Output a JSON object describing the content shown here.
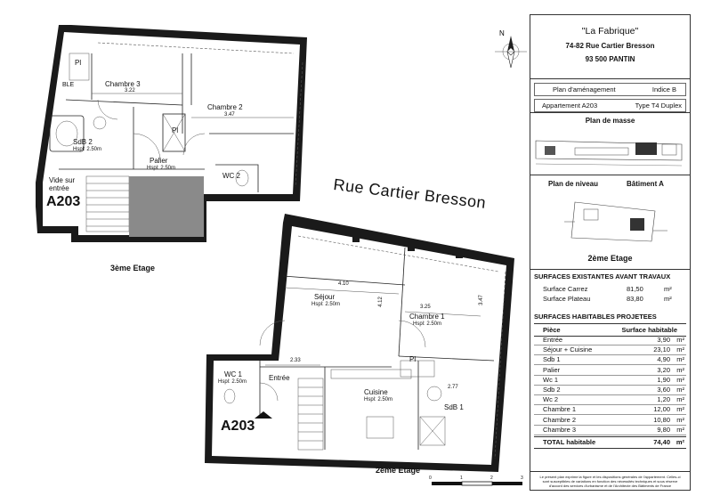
{
  "plan": {
    "street_label": "Rue Cartier Bresson",
    "floor3_label": "3ème Etage",
    "floor2_label": "2ème Etage",
    "apt_code_top": "A203",
    "apt_code_bottom": "A203",
    "void_label": "Vide sur\nentrée",
    "rooms3": {
      "chambre3": "Chambre 3",
      "chambre2": "Chambre 2",
      "sdb2": "SdB 2",
      "sdb2_h": "Hspl: 2.50m",
      "palier": "Palier",
      "palier_h": "Hspl: 2.50m",
      "wc2": "WC 2",
      "pl1": "Pl",
      "pl2": "Pl",
      "ble": "BLE"
    },
    "rooms2": {
      "sejour": "Séjour",
      "sejour_h": "Hspl: 2.50m",
      "chambre1": "Chambre 1",
      "chambre1_h": "Hspl: 2.50m",
      "cuisine": "Cuisine",
      "cuisine_h": "Hspl: 2.50m",
      "entree": "Entrée",
      "wc1": "WC 1",
      "wc1_h": "Hspl: 2.50m",
      "sdb1": "SdB 1",
      "pl": "Pl"
    },
    "dims": {
      "d322": "3.22",
      "d347": "3.47",
      "d410": "4.10",
      "d412": "4.12",
      "d325": "3.25",
      "d347b": "3.47",
      "d233": "2.33",
      "d277": "2.77"
    },
    "scale": [
      "0",
      "1",
      "2",
      "3"
    ]
  },
  "panel": {
    "project": "\"La Fabrique\"",
    "address": "74-82 Rue Cartier Bresson",
    "city": "93 500 PANTIN",
    "plan_type": "Plan d'aménagement",
    "index": "Indice B",
    "apartment": "Appartement A203",
    "type": "Type T4 Duplex",
    "plan_masse": "Plan de masse",
    "plan_niveau": "Plan de niveau",
    "batiment": "Bâtiment A",
    "niveau": "2ème Etage",
    "surf_exist_title": "SURFACES EXISTANTES AVANT TRAVAUX",
    "surf_exist": [
      {
        "label": "Surface Carrez",
        "value": "81,50",
        "unit": "m²"
      },
      {
        "label": "Surface Plateau",
        "value": "83,80",
        "unit": "m²"
      }
    ],
    "surf_hab_title": "SURFACES HABITABLES PROJETEES",
    "col_piece": "Pièce",
    "col_surface": "Surface habitable",
    "rooms": [
      {
        "label": "Entrée",
        "value": "3,90",
        "unit": "m²"
      },
      {
        "label": "Séjour + Cuisine",
        "value": "23,10",
        "unit": "m²"
      },
      {
        "label": "Sdb 1",
        "value": "4,90",
        "unit": "m²"
      },
      {
        "label": "Palier",
        "value": "3,20",
        "unit": "m²"
      },
      {
        "label": "Wc 1",
        "value": "1,90",
        "unit": "m²"
      },
      {
        "label": "Sdb 2",
        "value": "3,60",
        "unit": "m²"
      },
      {
        "label": "Wc 2",
        "value": "1,20",
        "unit": "m²"
      },
      {
        "label": "Chambre 1",
        "value": "12,00",
        "unit": "m²"
      },
      {
        "label": "Chambre 2",
        "value": "10,80",
        "unit": "m²"
      },
      {
        "label": "Chambre 3",
        "value": "9,80",
        "unit": "m²"
      }
    ],
    "total_label": "TOTAL habitable",
    "total_value": "74,40",
    "total_unit": "m²",
    "footnote": "Le présent plan exprime la figure et les dispositions générales de l'appartement. Celles-ci sont susceptibles de variations en fonction des nécessités techniques et sous réserve d'accord des services d'urbanisme et de l'Architecte des Bâtiments de France"
  }
}
